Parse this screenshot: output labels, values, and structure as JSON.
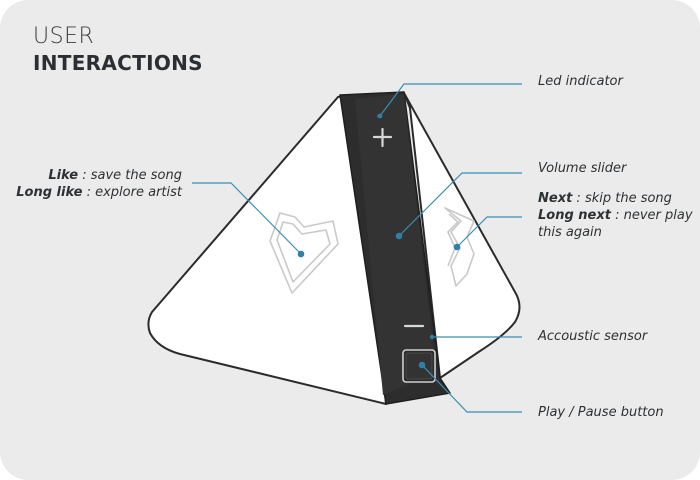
{
  "title": {
    "line1": "USER",
    "line2": "INTERACTIONS"
  },
  "callouts": {
    "led": {
      "label": "Led indicator"
    },
    "volume": {
      "label": "Volume slider"
    },
    "next": {
      "line1_bold": "Next",
      "line1_rest": " : skip the song",
      "line2_bold": "Long next",
      "line2_rest": " : never play",
      "line3": "this again"
    },
    "like": {
      "line1_bold": "Like",
      "line1_rest": " : save the song",
      "line2_bold": "Long like",
      "line2_rest": " : explore  artist"
    },
    "sensor": {
      "label": "Accoustic sensor"
    },
    "play": {
      "label": "Play / Pause button"
    }
  },
  "colors": {
    "background": "#ebebeb",
    "leader_line": "#3a8fb5",
    "device_strip": "#2d2d2d",
    "device_face": "#ffffff"
  },
  "icons": {
    "like": "heart-icon",
    "next": "double-arrow-icon",
    "volume_up": "plus-icon",
    "volume_down": "minus-icon",
    "play": "square-button-icon"
  }
}
